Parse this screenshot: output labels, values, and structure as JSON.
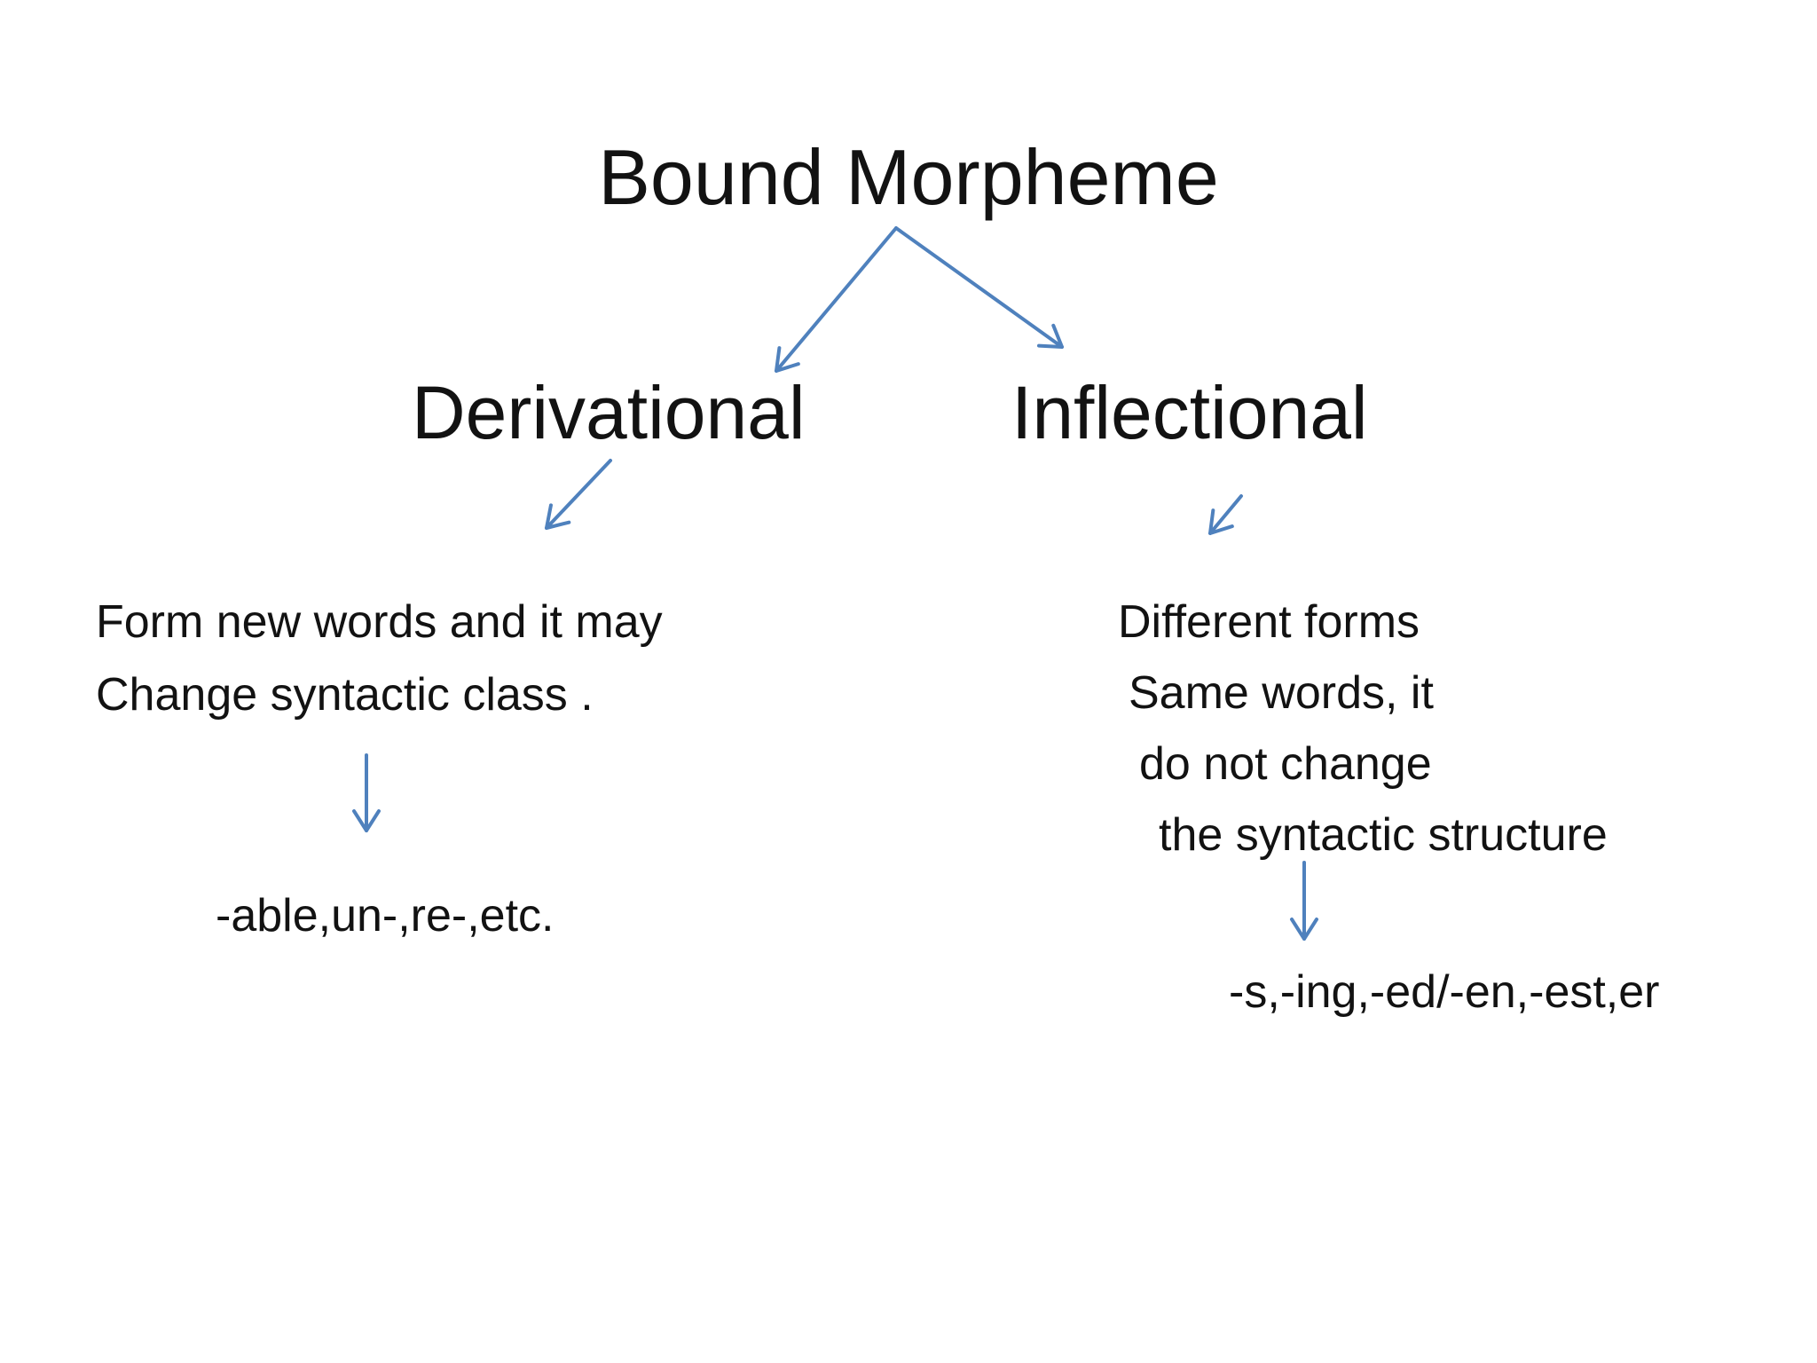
{
  "colors": {
    "background": "#ffffff",
    "text": "#121212",
    "arrow": "#4f81bd"
  },
  "diagram": {
    "title": "Bound Morpheme",
    "branches": [
      {
        "label": "Derivational",
        "description_lines": [
          "Form new words and it may",
          "Change syntactic class ."
        ],
        "examples": "-able,un-,re-,etc."
      },
      {
        "label": "Inflectional",
        "description_lines": [
          "Different forms",
          "Same words, it",
          "do not change",
          "the syntactic structure"
        ],
        "examples": "-s,-ing,-ed/-en,-est,er"
      }
    ]
  }
}
